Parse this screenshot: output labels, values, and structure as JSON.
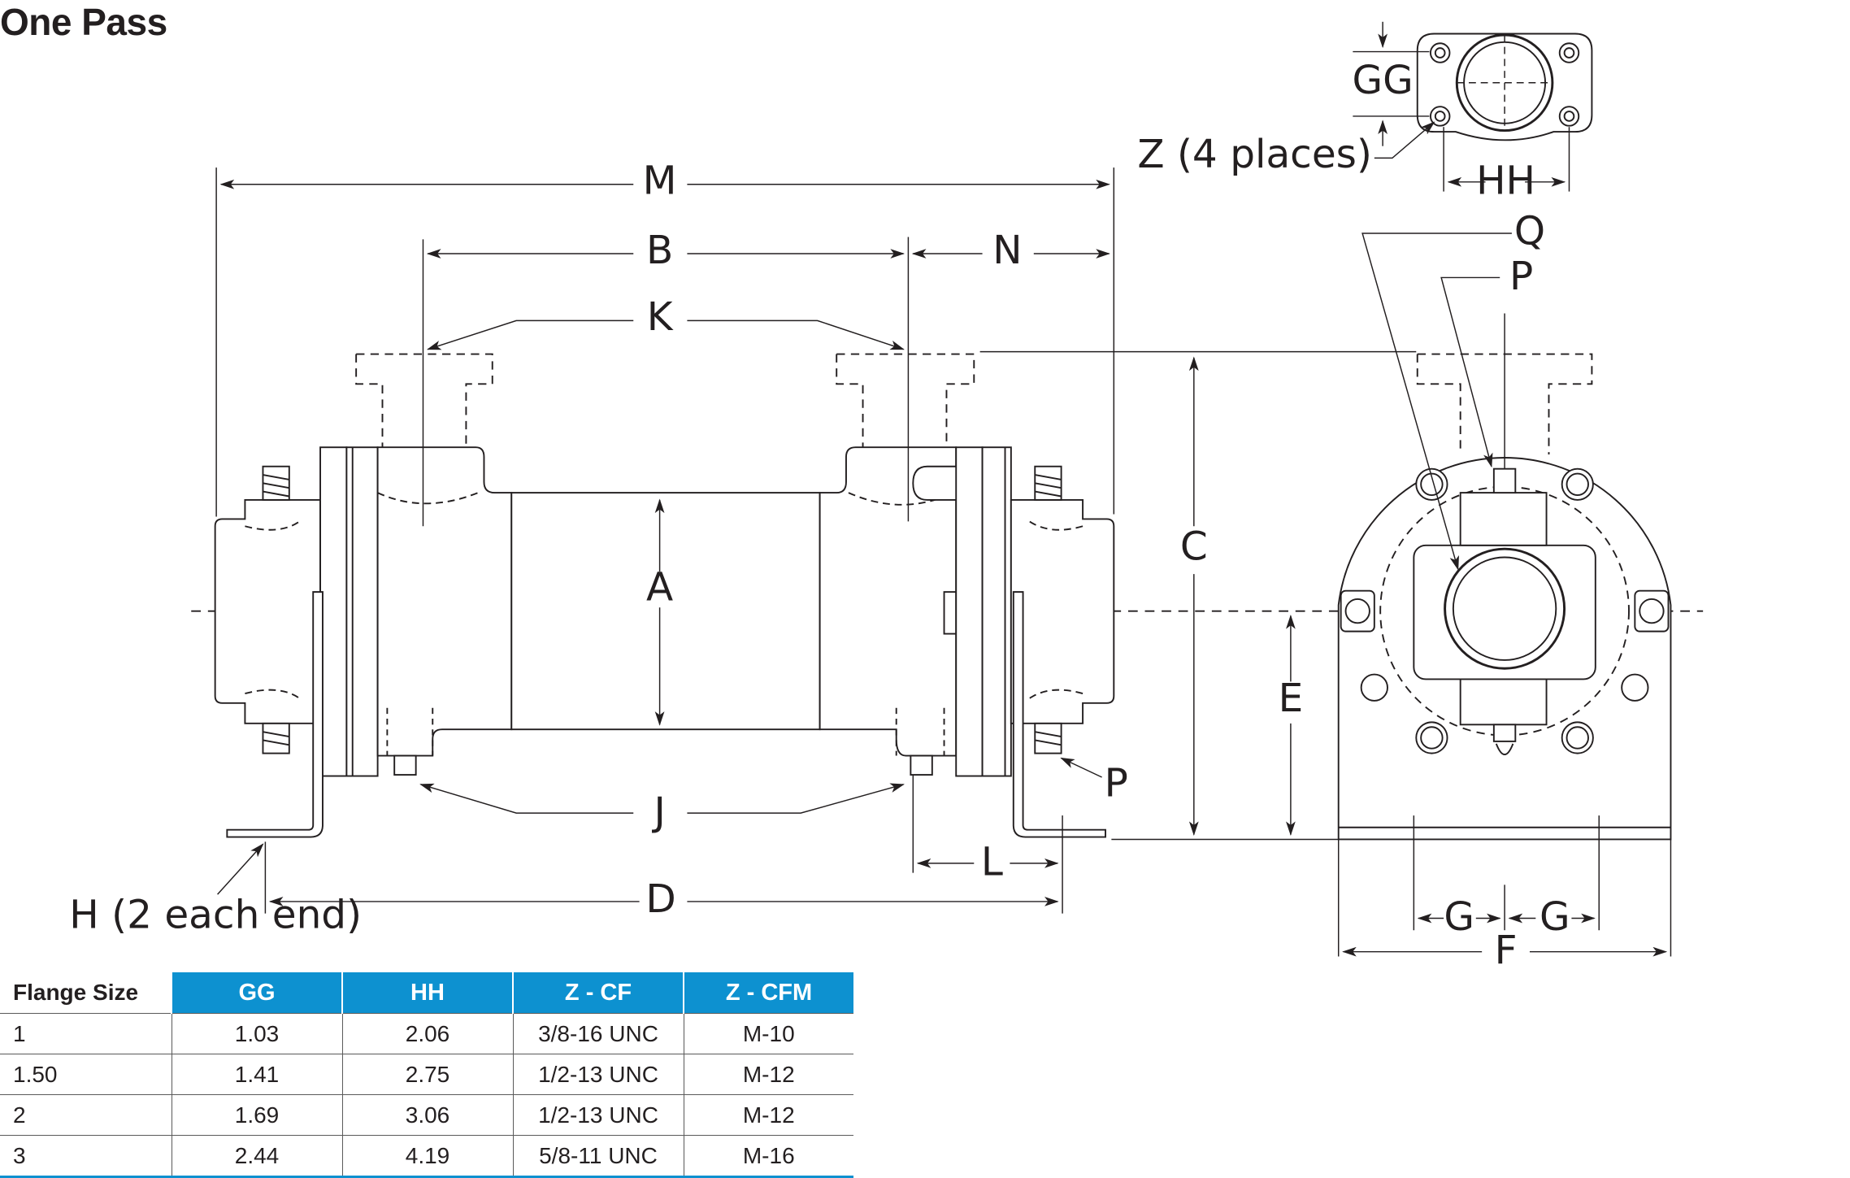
{
  "title": "One Pass",
  "labels": {
    "M": "M",
    "B": "B",
    "N": "N",
    "K": "K",
    "A": "A",
    "C": "C",
    "E": "E",
    "J": "J",
    "L": "L",
    "D": "D",
    "P_side": "P",
    "P_end": "P",
    "Q": "Q",
    "GG": "GG",
    "HH": "HH",
    "Z": "Z (4 places)",
    "H": "H (2 each end)",
    "G_left": "G",
    "G_right": "G",
    "F": "F"
  },
  "table": {
    "headers": [
      "Flange Size",
      "GG",
      "HH",
      "Z - CF",
      "Z - CFM"
    ],
    "rows": [
      [
        "1",
        "1.03",
        "2.06",
        "3/8-16 UNC",
        "M-10"
      ],
      [
        "1.50",
        "1.41",
        "2.75",
        "1/2-13 UNC",
        "M-12"
      ],
      [
        "2",
        "1.69",
        "3.06",
        "1/2-13 UNC",
        "M-12"
      ],
      [
        "3",
        "2.44",
        "4.19",
        "5/8-11 UNC",
        "M-16"
      ]
    ]
  },
  "colors": {
    "header_bg": "#0d91d0",
    "line": "#231f20"
  }
}
